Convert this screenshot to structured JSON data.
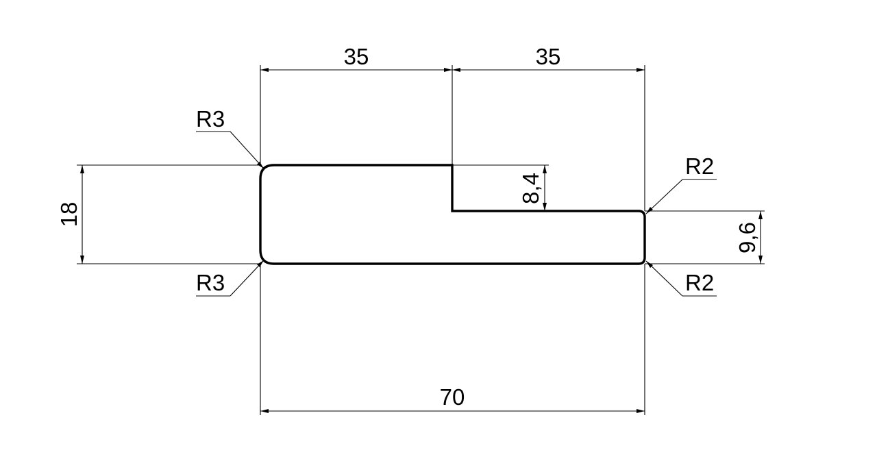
{
  "drawing": {
    "line_color": "#000000",
    "background": "#ffffff",
    "dimensions": {
      "top_left_width": "35",
      "top_right_width": "35",
      "total_width": "70",
      "total_height": "18",
      "step_depth": "8,4",
      "right_height": "9,6"
    },
    "radii": {
      "top_left": "R3",
      "bottom_left": "R3",
      "top_right": "R2",
      "bottom_right": "R2"
    }
  }
}
